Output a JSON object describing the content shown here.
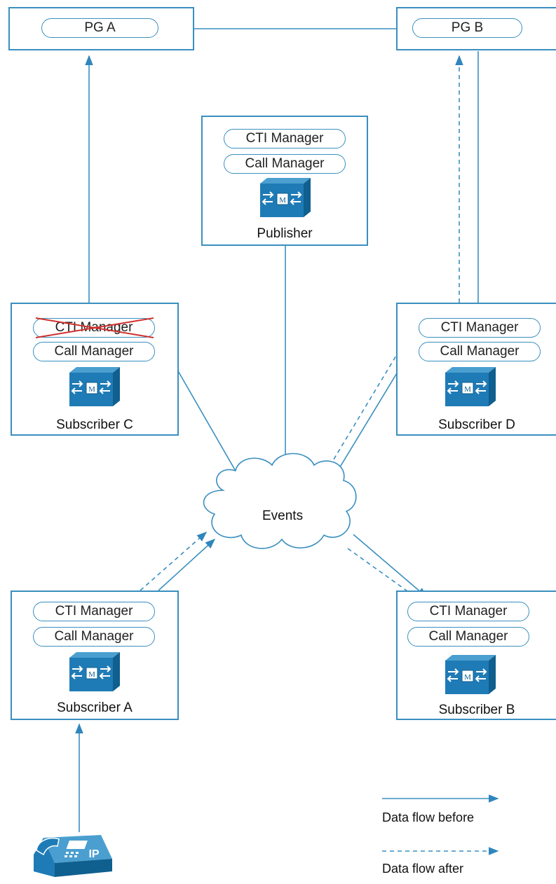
{
  "pg_a": {
    "label": "PG A"
  },
  "pg_b": {
    "label": "PG B"
  },
  "publisher": {
    "cti": "CTI Manager",
    "call": "Call Manager",
    "name": "Publisher"
  },
  "sub_c": {
    "cti": "CTI Manager",
    "call": "Call Manager",
    "name": "Subscriber C",
    "cti_failed": true
  },
  "sub_d": {
    "cti": "CTI Manager",
    "call": "Call Manager",
    "name": "Subscriber D"
  },
  "sub_a": {
    "cti": "CTI Manager",
    "call": "Call Manager",
    "name": "Subscriber A"
  },
  "sub_b": {
    "cti": "CTI Manager",
    "call": "Call Manager",
    "name": "Subscriber B"
  },
  "events": {
    "label": "Events"
  },
  "phone": {
    "label": "IP"
  },
  "legend": {
    "before": "Data flow before",
    "after": "Data flow after"
  },
  "colors": {
    "accent": "#3a8fbf",
    "icon": "#1f7bb6",
    "fail": "#d0312d"
  }
}
